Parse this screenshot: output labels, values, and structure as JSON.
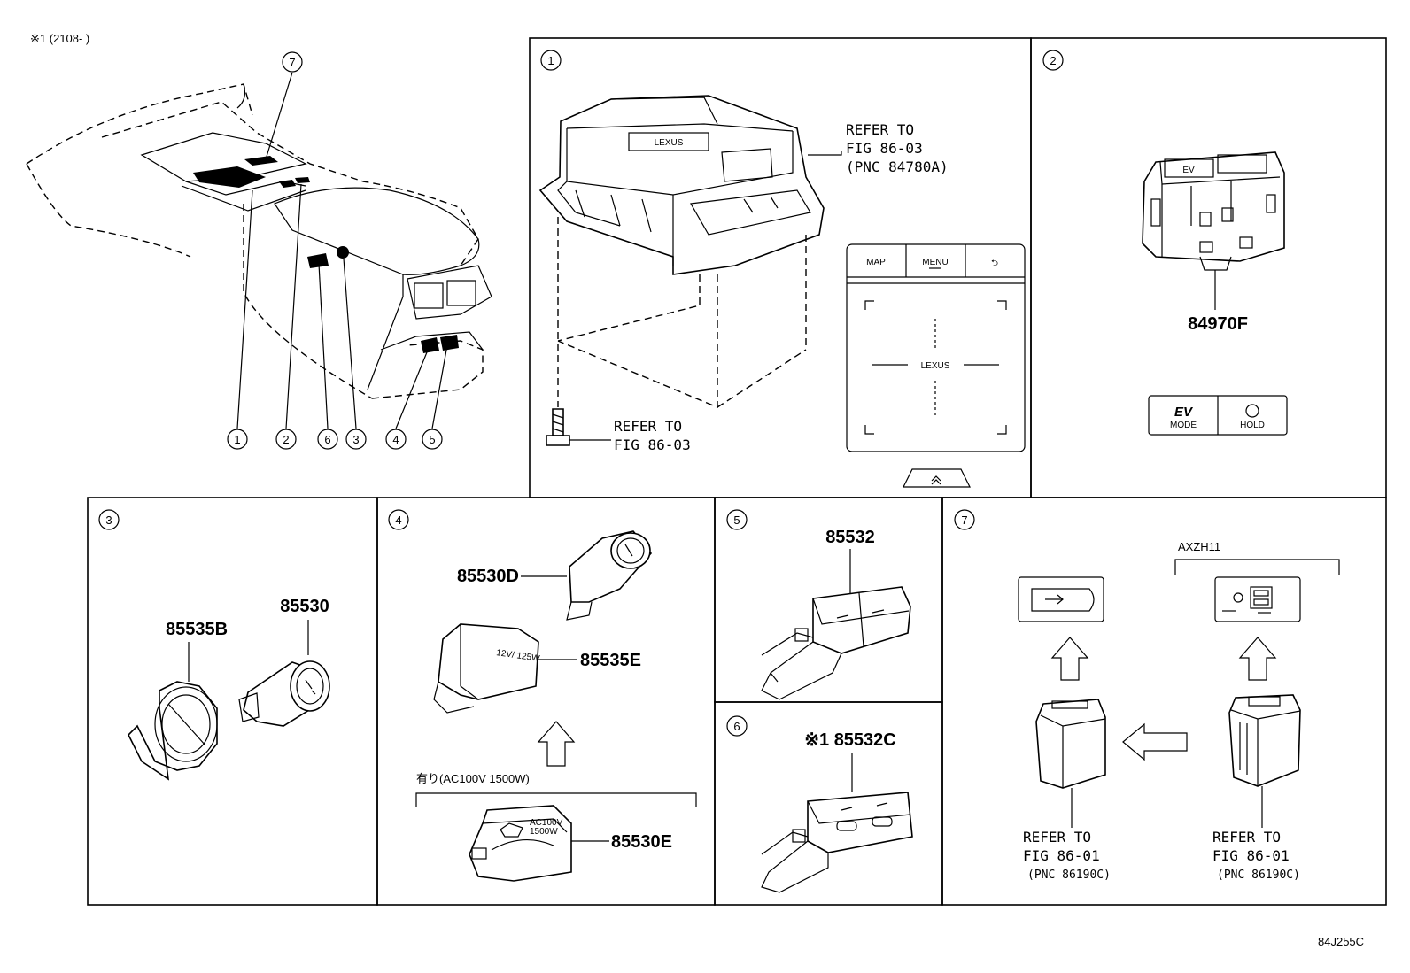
{
  "header": {
    "note": "※1 (2108-        )"
  },
  "footer": {
    "code": "84J255C"
  },
  "overview": {
    "callouts": [
      "7",
      "1",
      "2",
      "6",
      "3",
      "4",
      "5"
    ]
  },
  "panels": {
    "p1": {
      "number": "1",
      "refer_top": [
        "REFER TO",
        "FIG 86-03",
        "(PNC 84780A)"
      ],
      "refer_bottom": [
        "REFER TO",
        "FIG 86-03"
      ],
      "touchpad": {
        "buttons": [
          "MAP",
          "MENU",
          "⮌"
        ],
        "brand": "LEXUS"
      }
    },
    "p2": {
      "number": "2",
      "part": "84970F",
      "switch": {
        "left_main": "EV",
        "left_sub": "MODE",
        "right_sub": "HOLD"
      }
    },
    "p3": {
      "number": "3",
      "parts": [
        "85535B",
        "85530"
      ]
    },
    "p4": {
      "number": "4",
      "parts": [
        "85530D",
        "85535E",
        "85530E"
      ],
      "socket_text": "12V/ 125W",
      "option_label": "有り(AC100V 1500W)",
      "outlet_text": [
        "AC100V",
        "1500W"
      ]
    },
    "p5": {
      "number": "5",
      "part": "85532"
    },
    "p6": {
      "number": "6",
      "part": "※1 85532C"
    },
    "p7": {
      "number": "7",
      "model_label": "AXZH11",
      "refer_left": [
        "REFER TO",
        "FIG 86-01",
        "(PNC 86190C)"
      ],
      "refer_right": [
        "REFER TO",
        "FIG 86-01",
        "(PNC 86190C)"
      ]
    }
  }
}
